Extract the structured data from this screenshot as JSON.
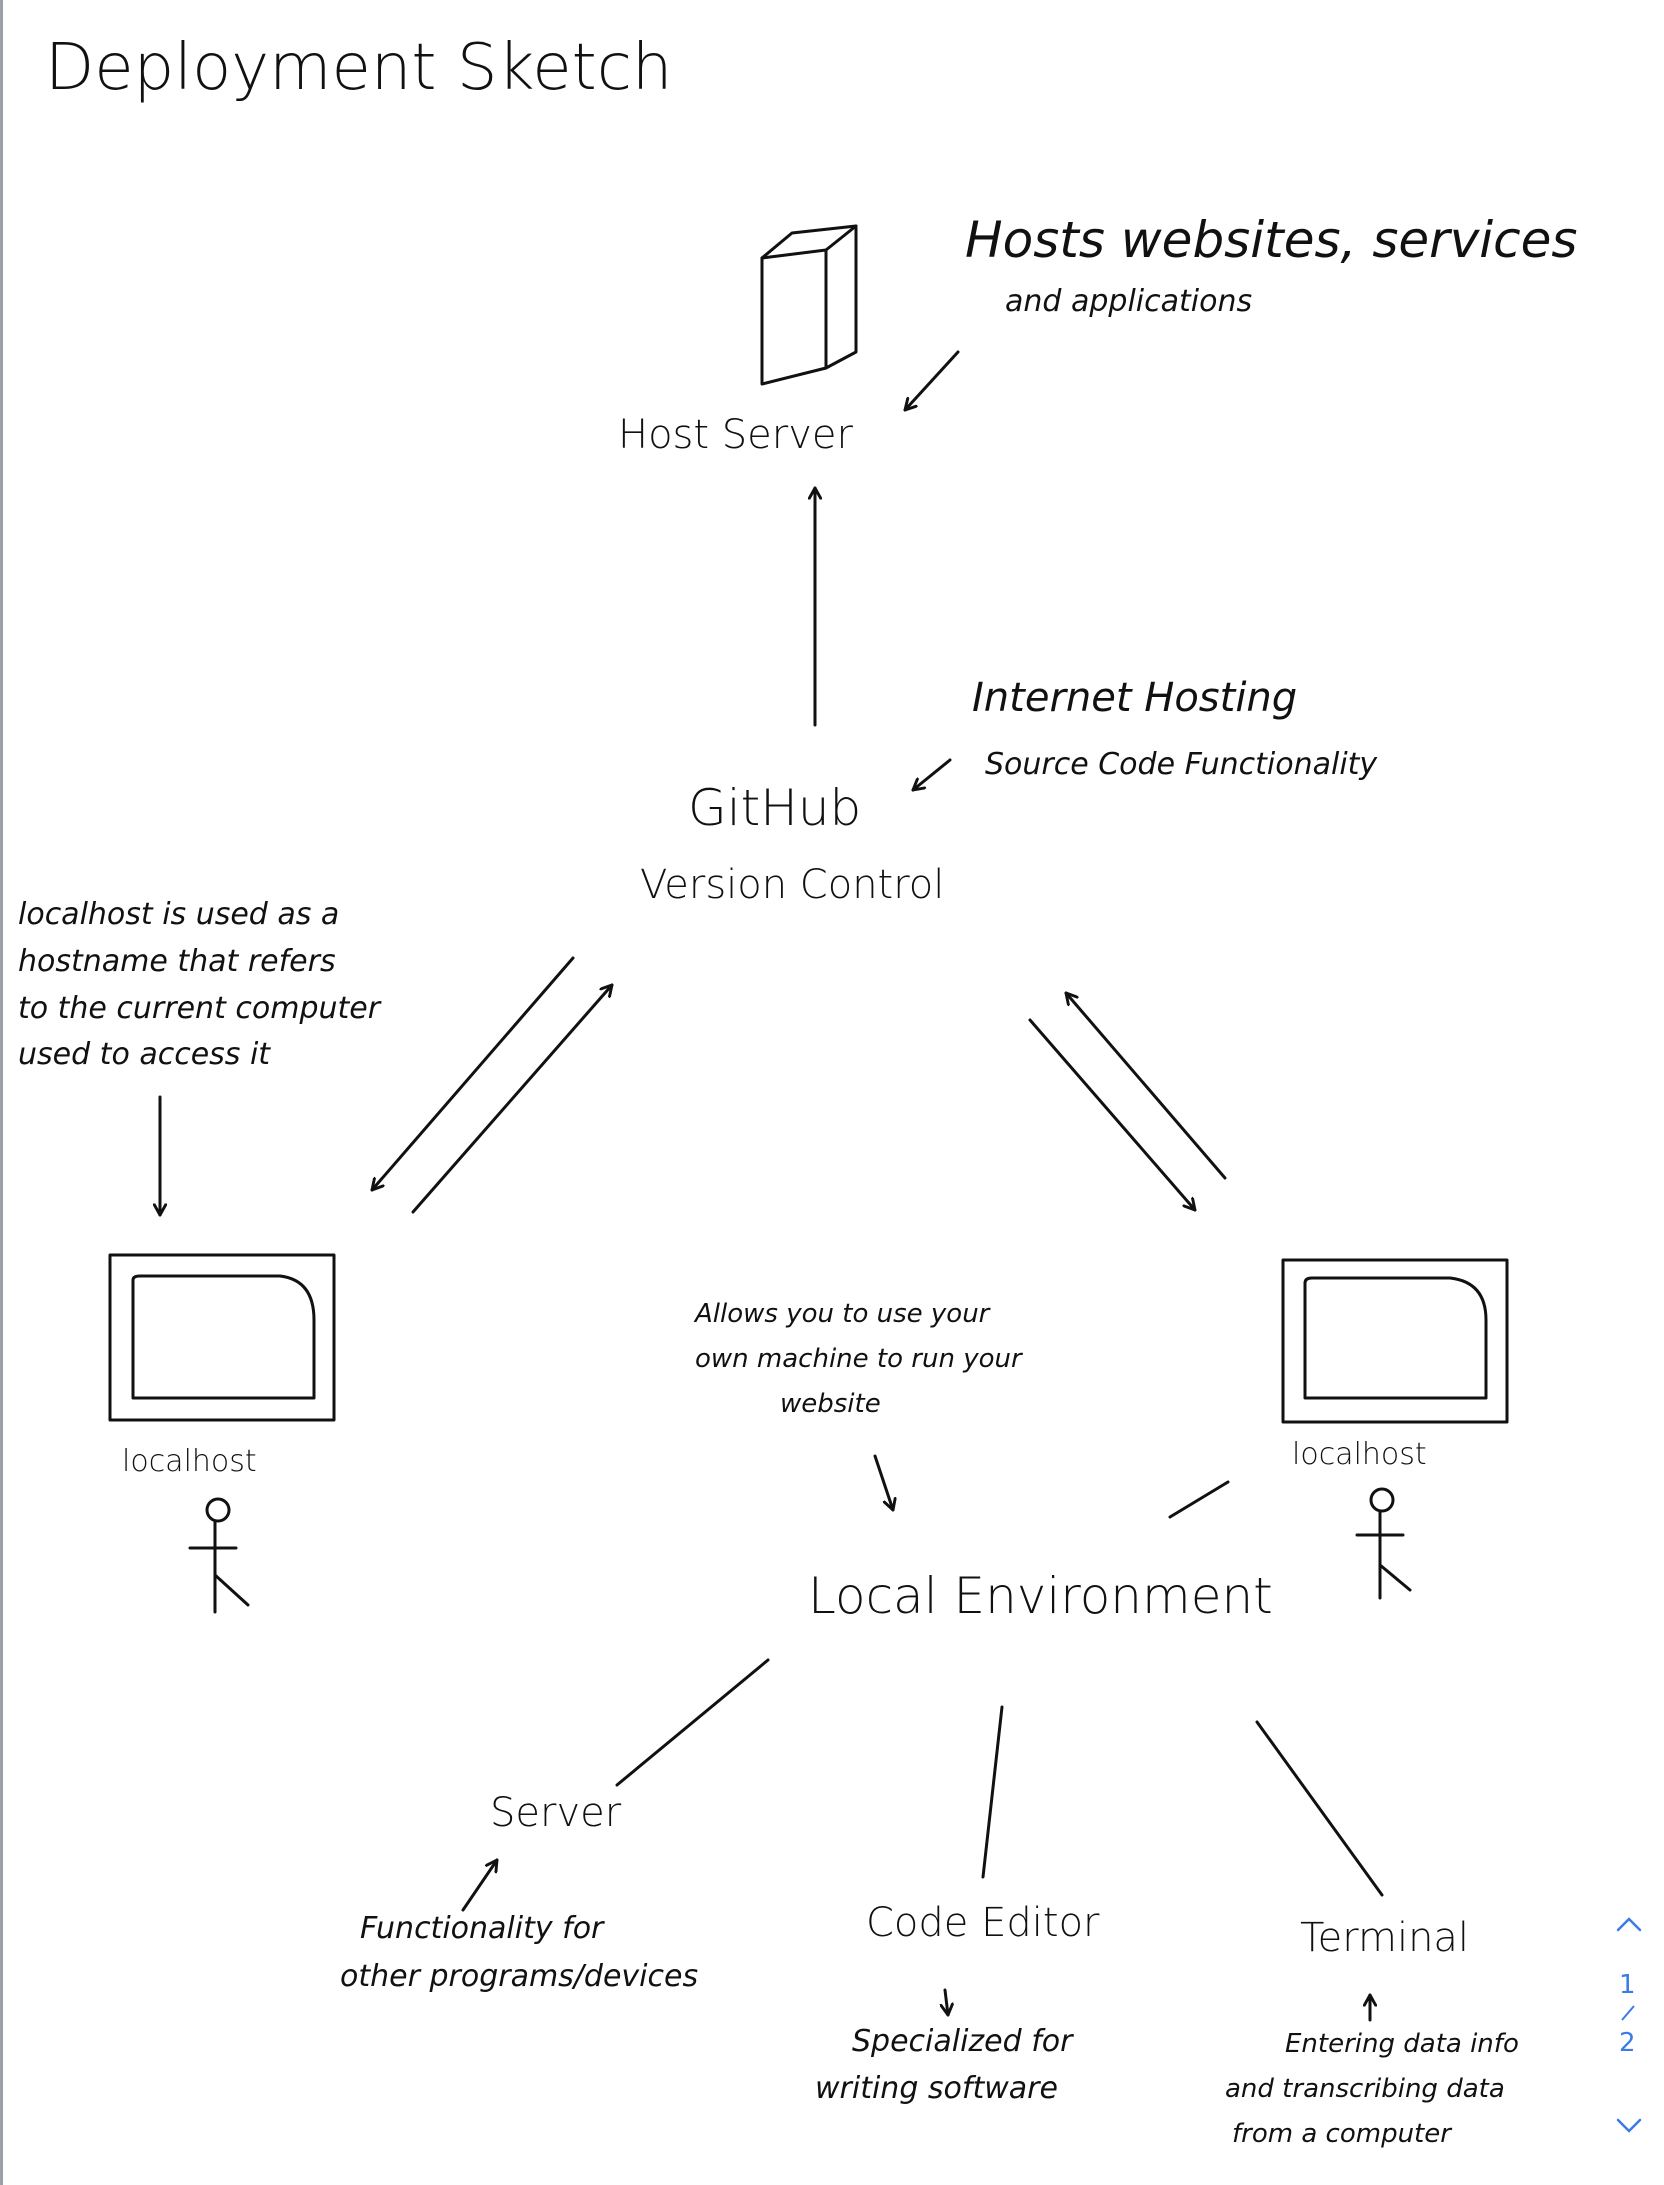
{
  "title": "Deployment Sketch",
  "host_server": {
    "label": "Host Server",
    "note_line1": "Hosts websites, services",
    "note_line2": "and applications"
  },
  "github": {
    "label": "GitHub",
    "sublabel": "Version Control",
    "note_line1": "Internet Hosting",
    "note_line2": "Source Code Functionality"
  },
  "localhost_note": {
    "line1": "localhost is used as a",
    "line2": "hostname that refers",
    "line3": "to the current computer",
    "line4": "used to access it"
  },
  "left_computer": {
    "label": "localhost"
  },
  "right_computer": {
    "label": "localhost"
  },
  "local_env": {
    "label": "Local Environment",
    "note_line1": "Allows you to use your",
    "note_line2": "own machine to run your",
    "note_line3": "website"
  },
  "server": {
    "label": "Server",
    "note_line1": "Functionality for",
    "note_line2": "other programs/devices"
  },
  "code_editor": {
    "label": "Code Editor",
    "note_line1": "Specialized for",
    "note_line2": "writing software"
  },
  "terminal": {
    "label": "Terminal",
    "note_line1": "Entering data info",
    "note_line2": "and transcribing data",
    "note_line3": "from a computer"
  },
  "pager": {
    "current": "1",
    "total": "2"
  },
  "colors": {
    "ink": "#111111",
    "accent": "#3b7be8"
  }
}
